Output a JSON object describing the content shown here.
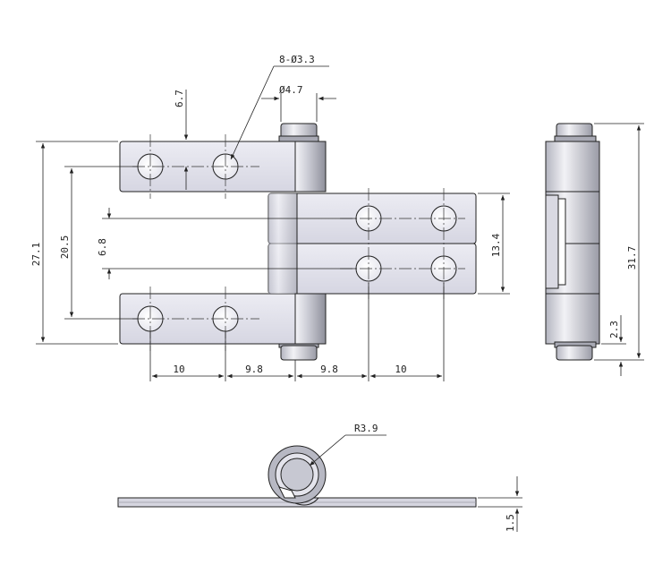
{
  "diagram": {
    "labels": {
      "holes": "8-Ø3.3",
      "pin_dia": "Ø4.7",
      "top_gap": "6.7",
      "overall_height": "27.1",
      "outer_hole_pitch": "20.5",
      "inner_hole_pitch": "6.8",
      "right_leaf_height": "13.4",
      "total_length": "31.7",
      "knuckle_offset": "2.3",
      "h_dim_1": "10",
      "h_dim_2": "9.8",
      "h_dim_3": "9.8",
      "h_dim_4": "10",
      "radius": "R3.9",
      "thickness": "1.5"
    },
    "colors": {
      "leaf_fill": "#dcdbe6",
      "knuckle_fill": "#cfd0d8",
      "outline": "#222222"
    }
  }
}
